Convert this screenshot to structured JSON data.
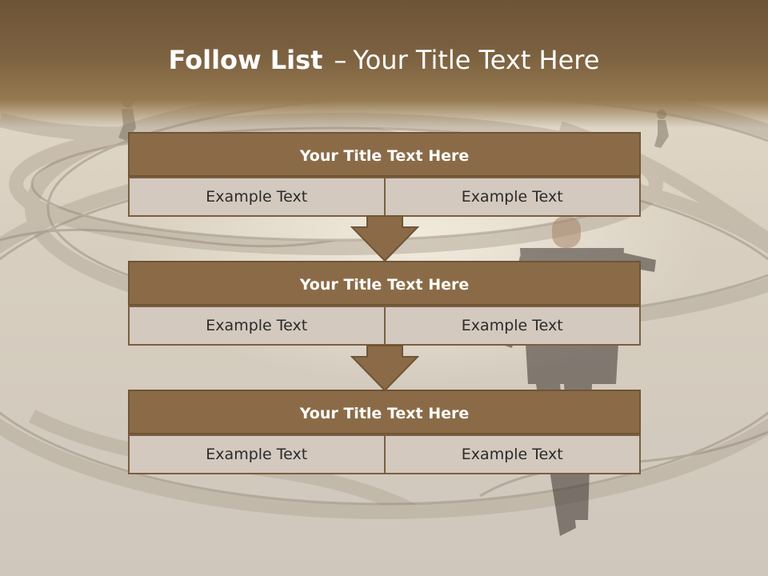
{
  "slide": {
    "title_bold": "Follow List",
    "title_dash": "–",
    "title_rest": "Your Title Text Here"
  },
  "blocks": [
    {
      "title": "Your Title Text Here",
      "left_text": "Example Text",
      "right_text": "Example Text"
    },
    {
      "title": "Your Title Text Here",
      "left_text": "Example Text",
      "right_text": "Example Text"
    },
    {
      "title": "Your Title Text Here",
      "left_text": "Example Text",
      "right_text": "Example Text"
    }
  ],
  "colors": {
    "header": "#7d6241",
    "block_title": "#8b6b47",
    "cell_fill": "#d3c9be",
    "border": "#7a5f40",
    "arrow": "#8b6b47"
  }
}
